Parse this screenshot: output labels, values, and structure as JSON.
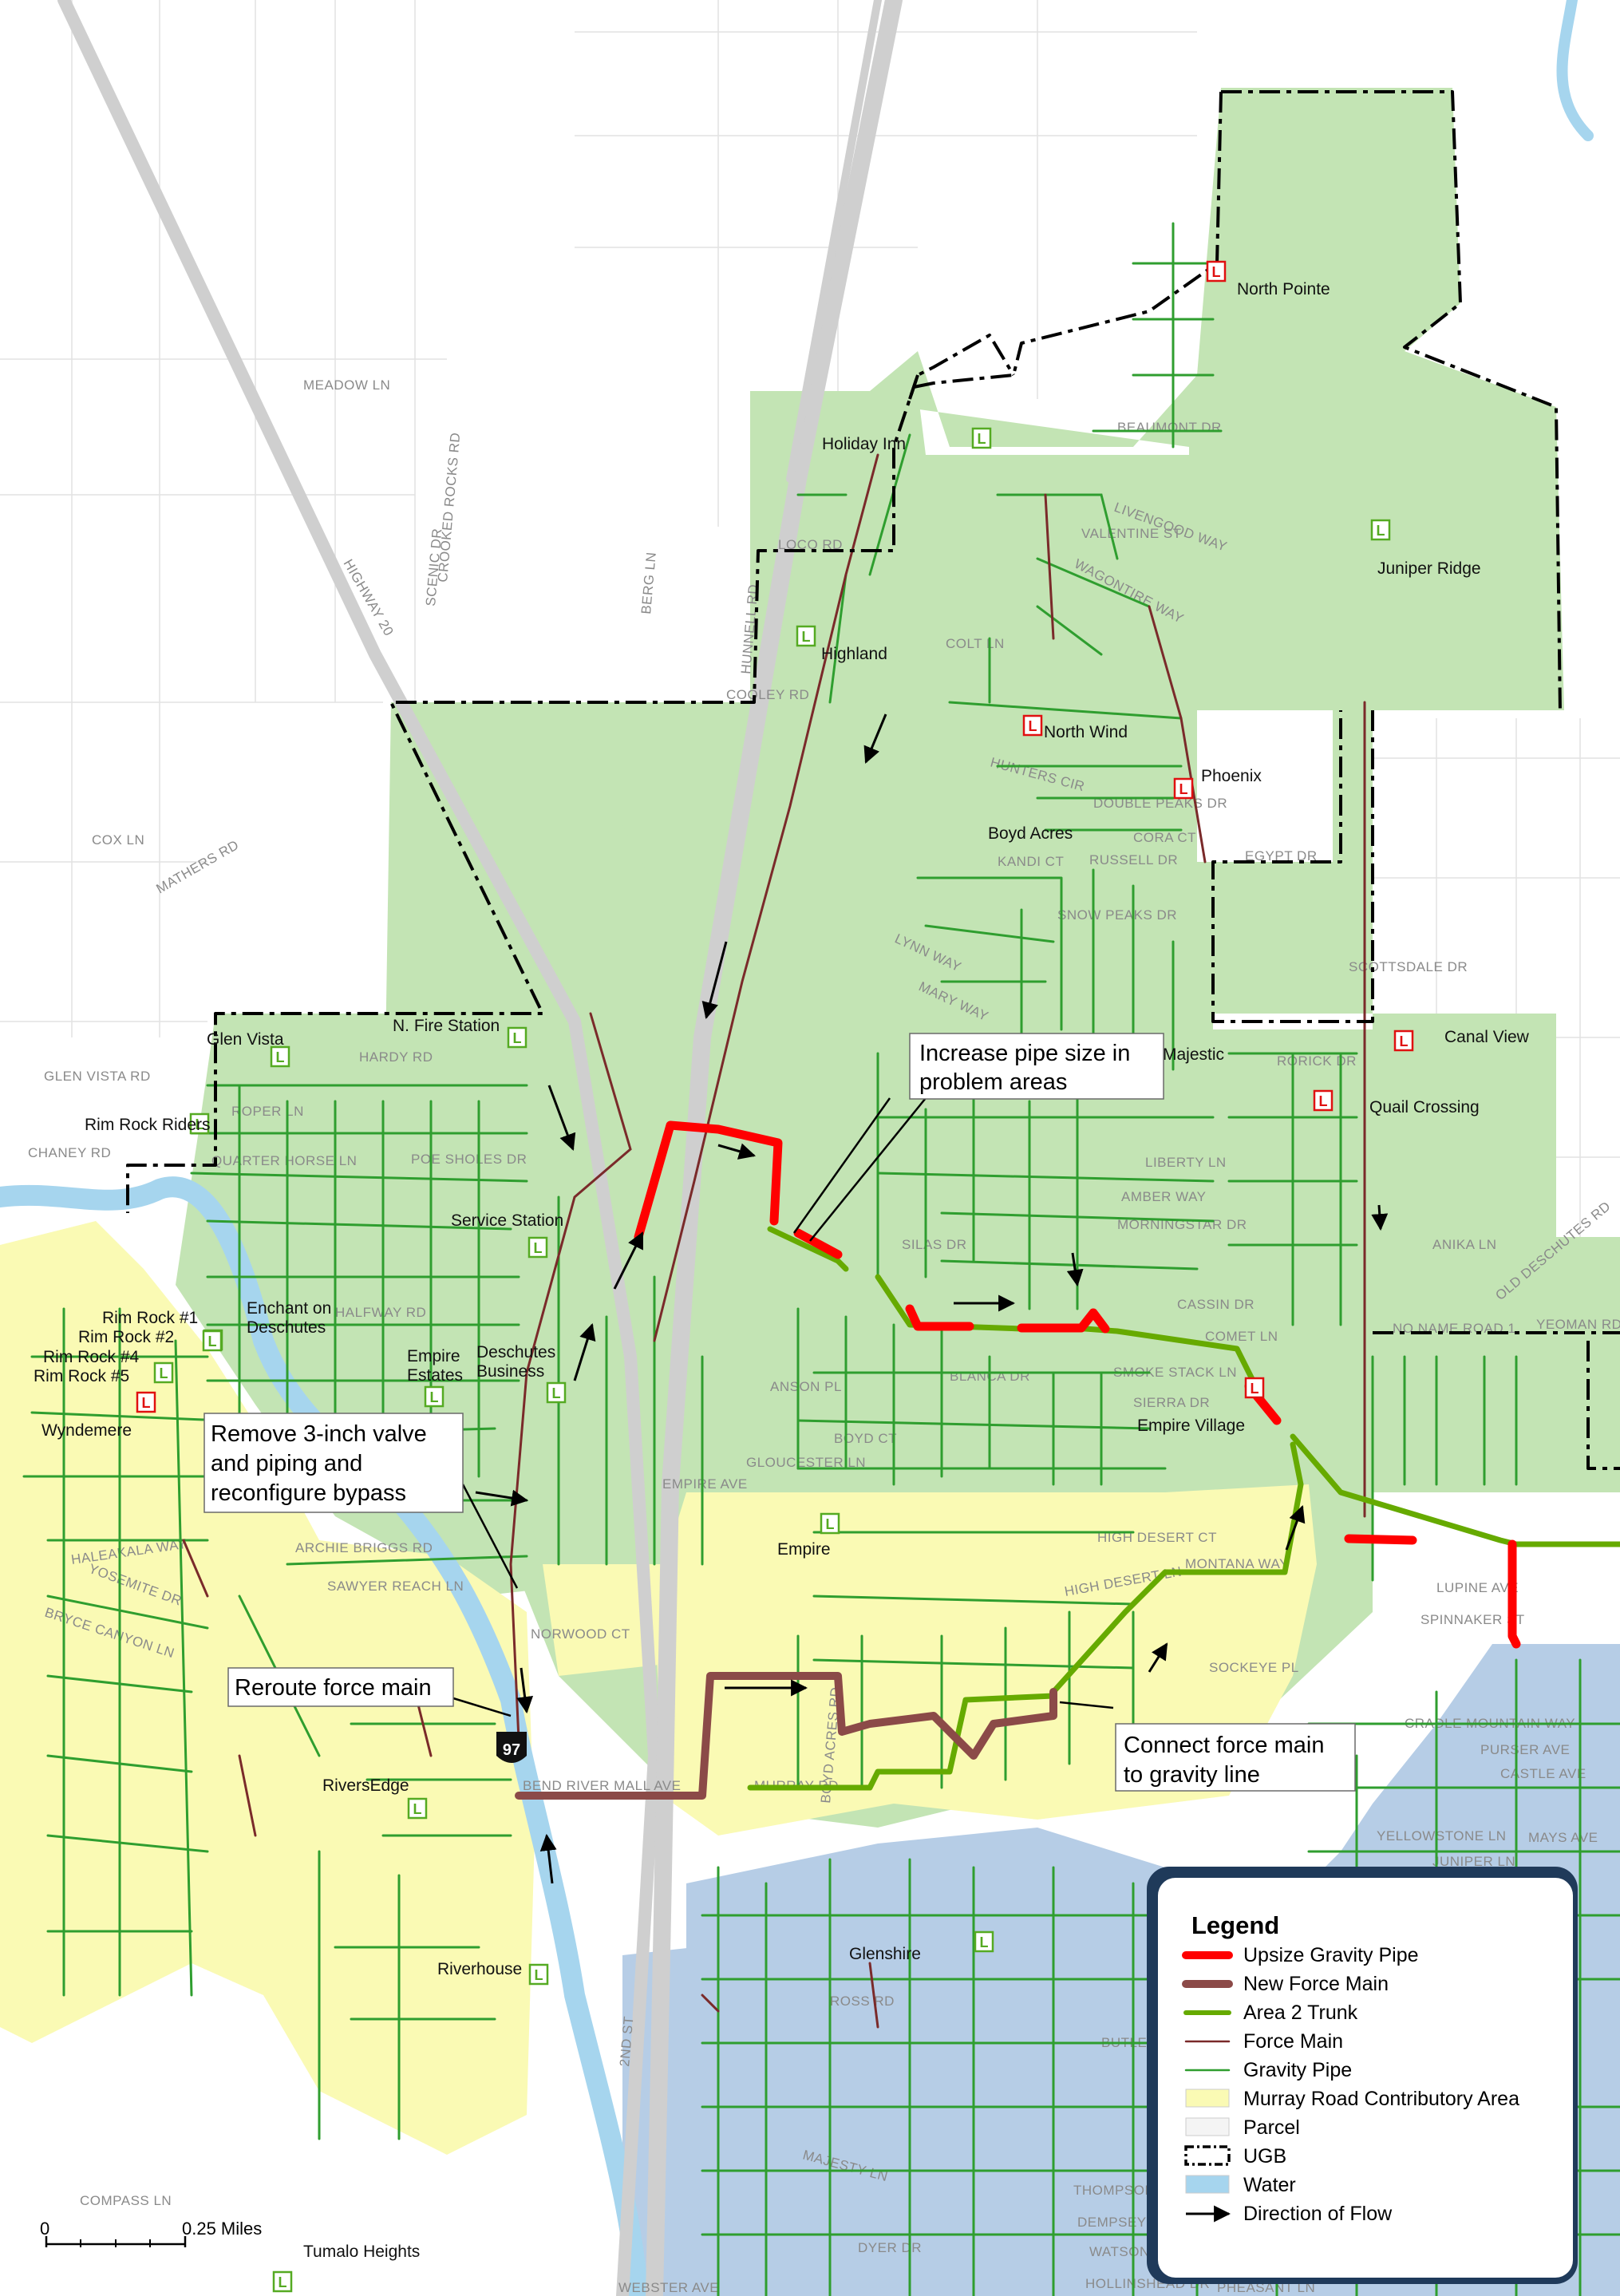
{
  "map": {
    "colors": {
      "area2": "#c3e4b4",
      "murray": "#fafab4",
      "city": "#b6cde6",
      "water": "#a6d5ee",
      "upsize": "#ff0000",
      "new_force_main": "#8b4a48",
      "area2_trunk": "#66aa00",
      "force_main": "#7a2a2a",
      "gravity_pipe": "#2f9e2f",
      "ugb": "#000000",
      "lift_red": "#e01010",
      "lift_green": "#55aa22"
    }
  },
  "road_labels": [
    "MEADOW LN",
    "HIGHWAY 20",
    "SCENIC DR",
    "CROOKED ROCKS RD",
    "BERG LN",
    "HUNNELL RD",
    "LOCO RD",
    "COOLEY RD",
    "COX LN",
    "MATHERS RD",
    "GLEN VISTA RD",
    "CHANEY RD",
    "HARDY RD",
    "ROPER LN",
    "QUARTER HORSE LN",
    "POE SHOLES DR",
    "HALFWAY RD",
    "EMPIRE AVE",
    "ARCHIE BRIGGS RD",
    "SAWYER REACH LN",
    "NORWOOD CT",
    "BEND RIVER MALL AVE",
    "MURRAY RD",
    "ROSS RD",
    "2ND ST",
    "BOYD ACRES RD",
    "HIGH DESERT CT",
    "HIGH DESERT LN",
    "MONTANA WAY",
    "SOCKEYE PL",
    "LUPINE AVE",
    "SPINNAKER ST",
    "CRADLE MOUNTAIN WAY",
    "PURSER AVE",
    "CASTLE AVE",
    "YELLOWSTONE LN",
    "MAYS AVE",
    "JUNIPER LN",
    "NO NAME ROAD 1",
    "YEOMAN RD",
    "OLD DESCHUTES RD",
    "ANIKA LN",
    "SCOTTSDALE DR",
    "EGYPT DR",
    "RORICK DR",
    "LIBERTY LN",
    "AMBER WAY",
    "MORNINGSTAR DR",
    "CASSIN DR",
    "COMET LN",
    "SMOKE STACK LN",
    "SIERRA DR",
    "BLANCA DR",
    "BOYD CT",
    "ANSON PL",
    "GLOUCESTER LN",
    "SILAS DR",
    "SNOW PEAKS DR",
    "RUSSELL DR",
    "KANDI CT",
    "DOUBLE PEAKS DR",
    "CORA CT",
    "HUNTERS CIR",
    "COLT LN",
    "VALENTINE ST",
    "LIVENGOOD WAY",
    "WAGONTIRE WAY",
    "BEAUMONT DR",
    "LYNN WAY",
    "MARY WAY",
    "YOSEMITE DR",
    "HALEAKALA WAY",
    "BRYCE CANYON LN",
    "COMPASS LN",
    "DYER DR",
    "WATSON DR",
    "THOMPSON DR",
    "HOLLINSHEAD DR",
    "PHEASANT LN",
    "WEBSTER AVE",
    "DEMPSEY DR",
    "MAJESTY LN",
    "BUTLER"
  ],
  "places": {
    "north_pointe": "North Pointe",
    "holiday_inn": "Holiday Inn",
    "juniper_ridge": "Juniper Ridge",
    "highland": "Highland",
    "north_wind": "North Wind",
    "phoenix": "Phoenix",
    "boyd_acres": "Boyd Acres",
    "glen_vista": "Glen Vista",
    "n_fire_station": "N. Fire Station",
    "majestic": "Majestic",
    "canal_view": "Canal View",
    "quail_crossing": "Quail Crossing",
    "rim_rock_riders": "Rim Rock Riders",
    "service_station": "Service Station",
    "enchant_1": "Enchant on",
    "enchant_2": "Deschutes",
    "rim_rock_1": "Rim Rock #1",
    "rim_rock_2": "Rim Rock #2",
    "rim_rock_4": "Rim Rock #4",
    "rim_rock_5": "Rim Rock #5",
    "wyndemere": "Wyndemere",
    "empire_estates_1": "Empire",
    "empire_estates_2": "Estates",
    "deschutes_business_1": "Deschutes",
    "deschutes_business_2": "Business",
    "empire_village": "Empire Village",
    "empire": "Empire",
    "riversedge": "RiversEdge",
    "riverhouse": "Riverhouse",
    "glenshire": "Glenshire",
    "tumalo_heights": "Tumalo Heights"
  },
  "highway_shield": "97",
  "callouts": {
    "increase": [
      "Increase pipe size in",
      "problem areas"
    ],
    "remove": [
      "Remove 3-inch valve",
      "and piping and",
      "reconfigure bypass"
    ],
    "reroute": [
      "Reroute force main"
    ],
    "connect": [
      "Connect force main",
      "to gravity line"
    ]
  },
  "legend": {
    "title": "Legend",
    "items": [
      {
        "label": "Upsize Gravity Pipe",
        "symbol": "thick-line",
        "color": "#ff0000"
      },
      {
        "label": "New Force Main",
        "symbol": "thick-line",
        "color": "#8b4a48"
      },
      {
        "label": "Area 2 Trunk",
        "symbol": "medium-line",
        "color": "#66aa00"
      },
      {
        "label": "Force Main",
        "symbol": "thin-line",
        "color": "#7a2a2a"
      },
      {
        "label": "Gravity Pipe",
        "symbol": "thin-line",
        "color": "#2f9e2f"
      },
      {
        "label": "Murray Road Contributory Area",
        "symbol": "fill",
        "color": "#fafab4"
      },
      {
        "label": "Parcel",
        "symbol": "fill",
        "color": "#f4f4f4"
      },
      {
        "label": "UGB",
        "symbol": "dash-box",
        "color": "#000000"
      },
      {
        "label": "Water",
        "symbol": "fill",
        "color": "#a6d5ee"
      },
      {
        "label": "Direction of Flow",
        "symbol": "arrow",
        "color": "#000000"
      }
    ]
  },
  "scale_bar": {
    "start": "0",
    "end": "0.25 Miles"
  }
}
